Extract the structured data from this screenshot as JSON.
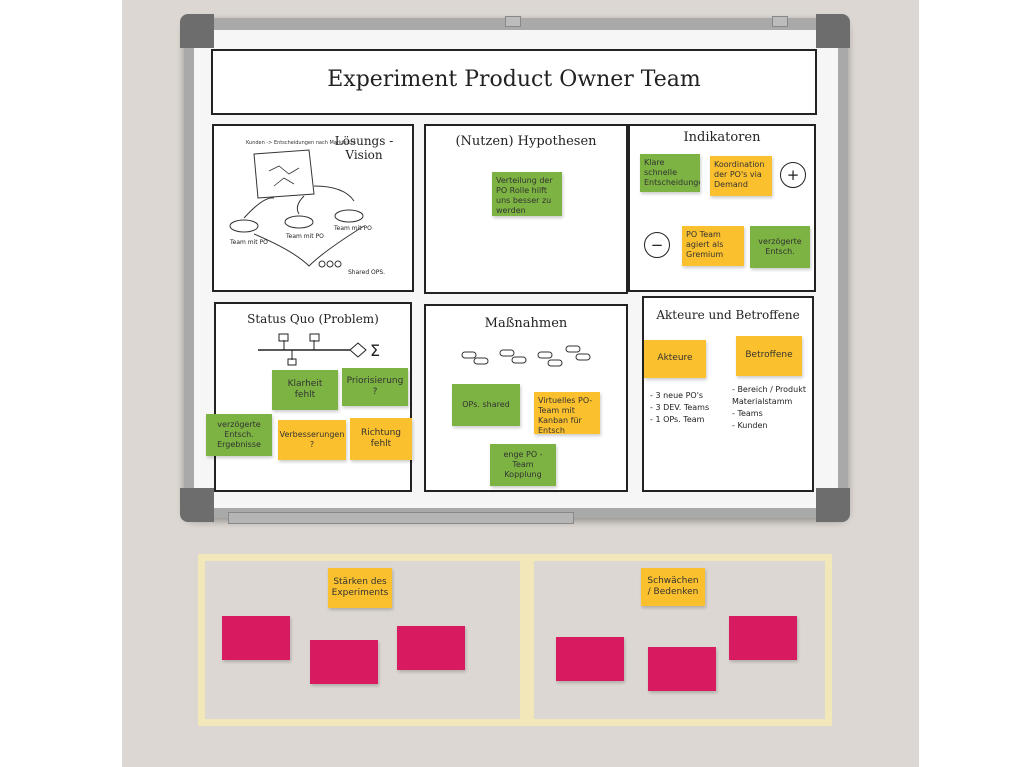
{
  "board_title": "Experiment Product Owner Team",
  "sections": {
    "vision": {
      "title": "Lösungs - Vision",
      "sketch_texts": {
        "top_note": "Kunden -> Entscheidungen nach Marktsicht",
        "teams": [
          "Team mit PO",
          "Team mit PO",
          "Team mit PO"
        ],
        "shared": "Shared OPS."
      }
    },
    "hypotheses": {
      "title": "(Nutzen) Hypothesen",
      "notes": [
        "Verteilung der PO Rolle hilft uns besser zu werden"
      ]
    },
    "indicators": {
      "title": "Indikatoren",
      "plus_symbol": "+",
      "minus_symbol": "−",
      "notes": [
        {
          "text": "Klare schnelle Entscheidungen",
          "color": "green"
        },
        {
          "text": "Koordination der PO's via Demand",
          "color": "yellow"
        },
        {
          "text": "PO Team agiert als Gremium",
          "color": "yellow"
        },
        {
          "text": "verzögerte Entsch.",
          "color": "green"
        }
      ]
    },
    "status_quo": {
      "title": "Status Quo (Problem)",
      "notes": [
        {
          "text": "Klarheit fehlt",
          "color": "green"
        },
        {
          "text": "Priorisierung ?",
          "color": "green"
        },
        {
          "text": "verzögerte Entsch. Ergebnisse",
          "color": "green"
        },
        {
          "text": "Verbesserungen ?",
          "color": "yellow"
        },
        {
          "text": "Richtung fehlt",
          "color": "yellow"
        }
      ]
    },
    "measures": {
      "title": "Maßnahmen",
      "notes": [
        {
          "text": "OPs. shared",
          "color": "green"
        },
        {
          "text": "Virtuelles PO-Team mit Kanban für Entsch",
          "color": "yellow"
        },
        {
          "text": "enge PO - Team Kopplung",
          "color": "green"
        }
      ]
    },
    "actors": {
      "title": "Akteure und Betroffene",
      "notes": [
        {
          "text": "Akteure",
          "color": "yellow"
        },
        {
          "text": "Betroffene",
          "color": "yellow"
        }
      ],
      "akteure_list": [
        "3 neue PO's",
        "3 DEV. Teams",
        "1 OPs. Team"
      ],
      "betroffene_list": [
        "Bereich / Produkt Materialstamm",
        "Teams",
        "Kunden"
      ]
    }
  },
  "strengths": {
    "label": "Stärken des Experiments",
    "pink_notes_count": 3
  },
  "weaknesses": {
    "label": "Schwächen / Bedenken",
    "pink_notes_count": 3
  },
  "colors": {
    "wall": "#dcd7d2",
    "green_note": "#7cb342",
    "yellow_note": "#fbc02d",
    "pink_note": "#d81b60",
    "frame_tape": "#f2e7b8"
  }
}
